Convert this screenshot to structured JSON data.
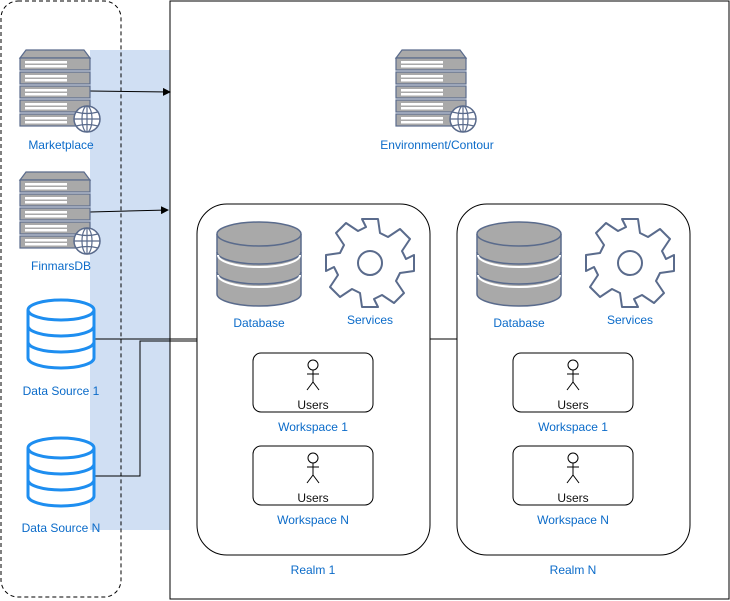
{
  "sources": {
    "marketplace": "Marketplace",
    "finmarsdb": "FinmarsDB",
    "data_source_1": "Data Source 1",
    "data_source_n": "Data Source N"
  },
  "environment": {
    "label": "Environment/Contour",
    "realms": [
      {
        "label": "Realm 1",
        "database_label": "Database",
        "services_label": "Services",
        "workspaces": [
          {
            "label": "Workspace 1",
            "users_label": "Users"
          },
          {
            "label": "Workspace N",
            "users_label": "Users"
          }
        ]
      },
      {
        "label": "Realm N",
        "database_label": "Database",
        "services_label": "Services",
        "workspaces": [
          {
            "label": "Workspace 1",
            "users_label": "Users"
          },
          {
            "label": "Workspace N",
            "users_label": "Users"
          }
        ]
      }
    ]
  },
  "icons": {
    "server": "server-globe-icon",
    "database": "database-icon",
    "services": "gear-icon",
    "users": "user-icon"
  },
  "colors": {
    "accent_text": "#0b6bc9",
    "icon_stroke": "#1e8ef0",
    "server_gray": "#a9a9a9",
    "server_stroke": "#5a6b8c",
    "band": "#d0dff3"
  }
}
